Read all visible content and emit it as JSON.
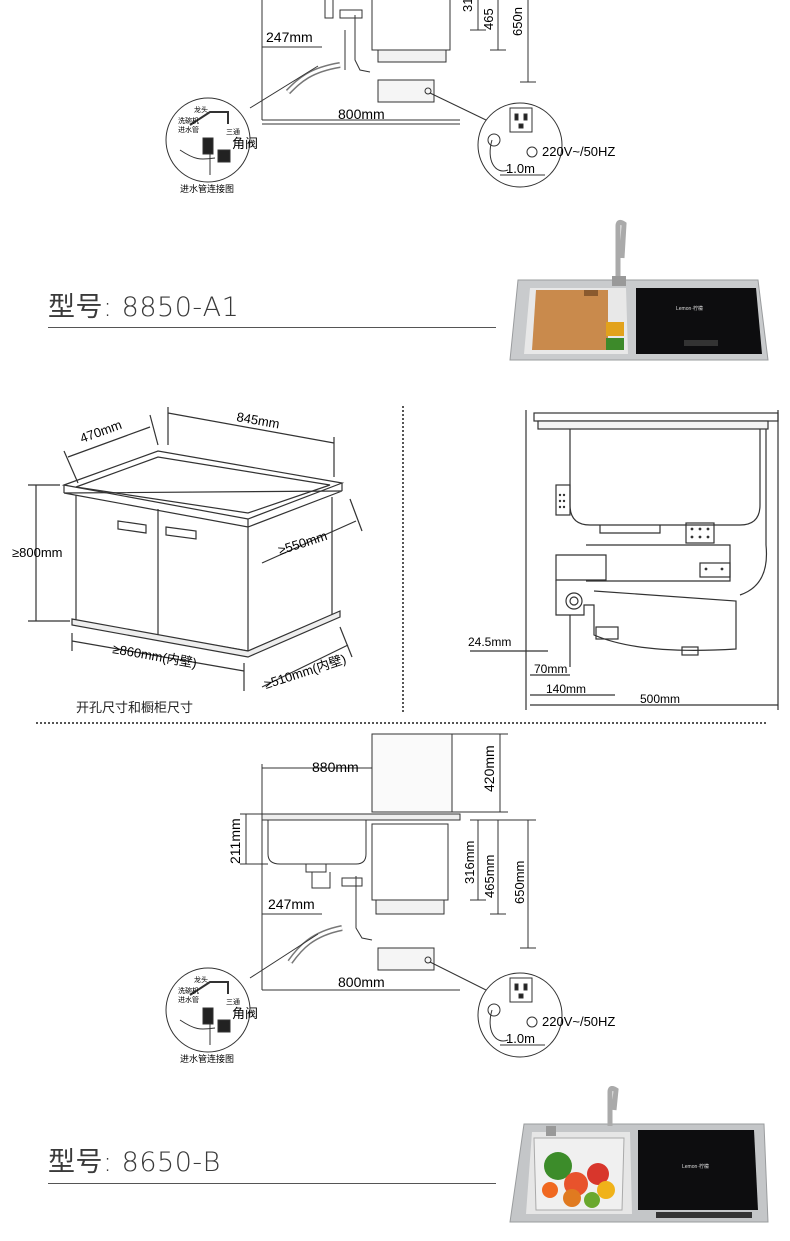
{
  "dims_top": {
    "h465": "465",
    "h650": "650n",
    "h31": "31",
    "d247": "247mm",
    "d800": "800mm",
    "power": "220V~/50HZ",
    "cable": "1.0m",
    "inset_faucet": "龙头",
    "inset_dishwasher": "洗碗机",
    "inset_inlet": "进水管",
    "inset_tee": "三通",
    "inset_valve": "角阀",
    "inset_caption": "进水管连接图"
  },
  "model_a1": {
    "label": "型号: 8850-A1"
  },
  "cabinet": {
    "d470": "470mm",
    "d845": "845mm",
    "d800": "≥800mm",
    "d550": "≥550mm",
    "d860": "≥860mm(内壁)",
    "d510": "≥510mm(内壁)",
    "caption": "开孔尺寸和橱柜尺寸"
  },
  "side": {
    "d245": "24.5mm",
    "d70": "70mm",
    "d140": "140mm",
    "d500": "500mm"
  },
  "dims_bottom": {
    "d880": "880mm",
    "d420": "420mm",
    "d211": "211mm",
    "d316": "316mm",
    "d465": "465mm",
    "d650": "650mm",
    "d247": "247mm",
    "d800": "800mm",
    "power": "220V~/50HZ",
    "cable": "1.0m",
    "inset_faucet": "龙头",
    "inset_dishwasher": "洗碗机",
    "inset_inlet": "进水管",
    "inset_tee": "三通",
    "inset_valve": "角阀",
    "inset_caption": "进水管连接图"
  },
  "model_b": {
    "label": "型号: 8650-B"
  },
  "product_a1": {
    "brand": "Lemon·柠檬"
  },
  "product_b": {
    "brand": "Lemon·柠檬"
  }
}
